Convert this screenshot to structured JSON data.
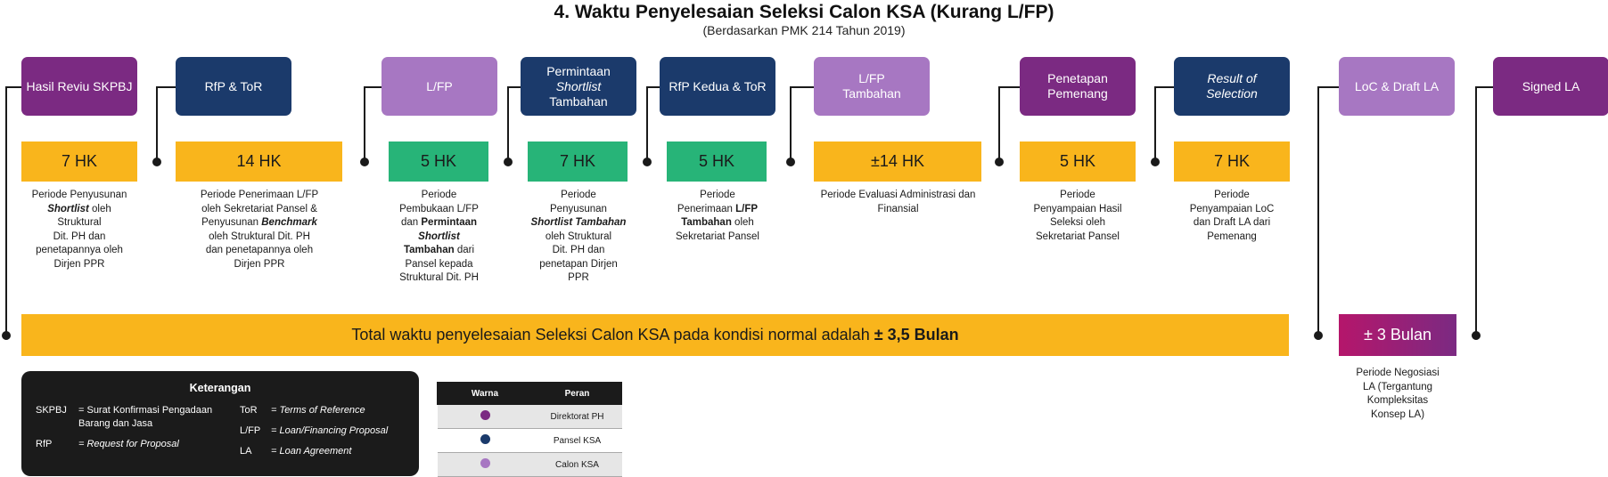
{
  "header": {
    "title": "4. Waktu Penyelesaian Seleksi Calon KSA (Kurang L/FP)",
    "subtitle": "(Berdasarkan PMK 214 Tahun 2019)"
  },
  "colors": {
    "direktorat_ph": "#7b2a82",
    "pansel_ksa": "#1b3a6b",
    "calon_ksa": "#a777c2",
    "duration_yellow": "#f9b51c",
    "duration_green": "#27b478"
  },
  "stages": [
    {
      "label": "Hasil Reviu SKPBJ",
      "role": "direktorat_ph",
      "duration": "7 HK",
      "duration_color": "yellow",
      "desc": "Periode Penyusunan Shortlist oleh Struktural Dit. PH dan penetapannya oleh Dirjen PPR"
    },
    {
      "label": "RfP & ToR",
      "role": "pansel_ksa",
      "duration": "14 HK",
      "duration_color": "yellow",
      "desc": "Periode Penerimaan L/FP oleh Sekretariat Pansel & Penyusunan Benchmark oleh Struktural Dit. PH dan penetapannya oleh Dirjen PPR"
    },
    {
      "label": "L/FP",
      "role": "calon_ksa",
      "duration": "5 HK",
      "duration_color": "green",
      "desc": "Periode Pembukaan L/FP dan Permintaan Shortlist Tambahan dari Pansel kepada Struktural Dit. PH"
    },
    {
      "label": "Permintaan Shortlist Tambahan",
      "role": "pansel_ksa",
      "duration": "7 HK",
      "duration_color": "green",
      "desc": "Periode Penyusunan Shortlist Tambahan oleh Struktural Dit. PH dan penetapan Dirjen PPR"
    },
    {
      "label": "RfP Kedua & ToR",
      "role": "pansel_ksa",
      "duration": "5 HK",
      "duration_color": "green",
      "desc": "Periode Penerimaan L/FP Tambahan oleh Sekretariat Pansel"
    },
    {
      "label": "L/FP Tambahan",
      "role": "calon_ksa",
      "duration": "±14 HK",
      "duration_color": "yellow",
      "desc": "Periode Evaluasi Administrasi dan Finansial"
    },
    {
      "label": "Penetapan Pemenang",
      "role": "direktorat_ph",
      "duration": "5 HK",
      "duration_color": "yellow",
      "desc": "Periode Penyampaian Hasil Seleksi oleh Sekretariat Pansel"
    },
    {
      "label": "Result of Selection",
      "role": "pansel_ksa",
      "duration": "7 HK",
      "duration_color": "yellow",
      "desc": "Periode Penyampaian LoC dan Draft LA dari Pemenang"
    },
    {
      "label": "LoC & Draft LA",
      "role": "calon_ksa"
    },
    {
      "label": "Signed LA",
      "role": "direktorat_ph"
    }
  ],
  "total": {
    "text": "Total waktu penyelesaian Seleksi Calon KSA pada kondisi normal adalah",
    "value": "± 3,5 Bulan"
  },
  "negotiation": {
    "duration": "± 3 Bulan",
    "desc": "Periode Negosiasi LA (Tergantung Kompleksitas Konsep LA)"
  },
  "legend": {
    "title": "Keterangan",
    "items": [
      {
        "abbr": "SKPBJ",
        "def": "= Surat Konfirmasi Pengadaan Barang dan Jasa"
      },
      {
        "abbr": "RfP",
        "def": "= Request for Proposal"
      },
      {
        "abbr": "ToR",
        "def": "= Terms of Reference"
      },
      {
        "abbr": "L/FP",
        "def": "= Loan/Financing Proposal"
      },
      {
        "abbr": "LA",
        "def": "= Loan Agreement"
      }
    ]
  },
  "color_table": {
    "headers": [
      "Warna",
      "Peran"
    ],
    "rows": [
      {
        "color": "#7b2a82",
        "role": "Direktorat PH"
      },
      {
        "color": "#1b3a6b",
        "role": "Pansel KSA"
      },
      {
        "color": "#a777c2",
        "role": "Calon KSA"
      }
    ]
  }
}
